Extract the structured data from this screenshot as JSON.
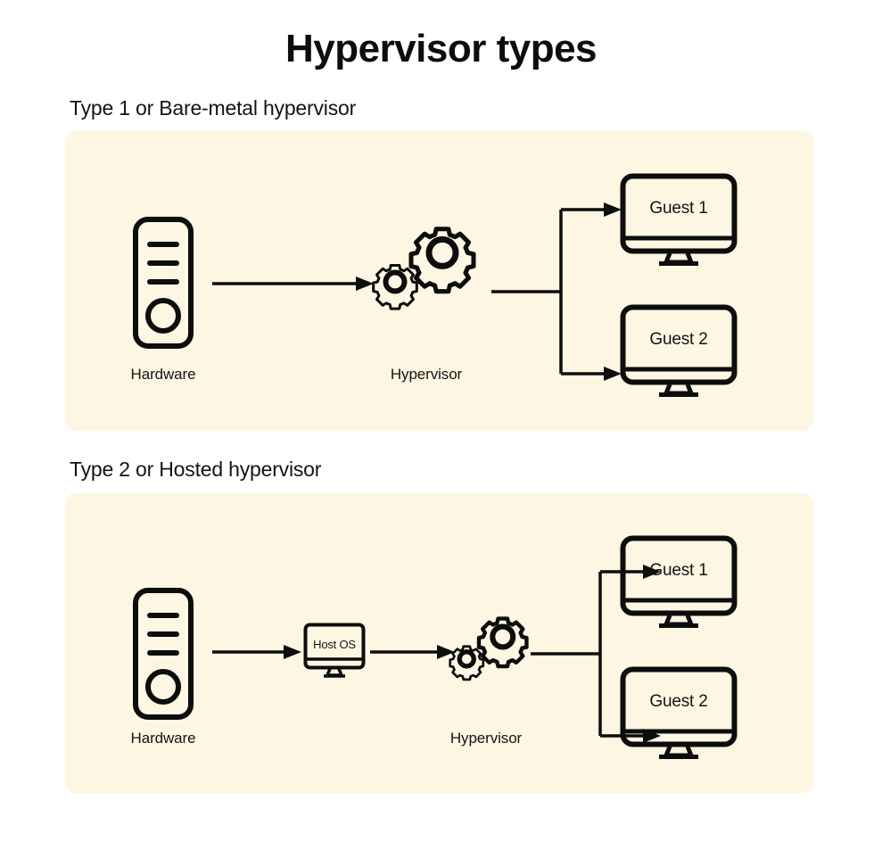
{
  "title": "Hypervisor types",
  "colors": {
    "panel_background": "#FDF6E3",
    "page_background": "#FFFFFF",
    "ink": "#0D0D0D"
  },
  "sections": [
    {
      "heading": "Type 1 or Bare-metal hypervisor",
      "nodes": {
        "hardware": {
          "caption": "Hardware",
          "icon": "server-tower-icon"
        },
        "hypervisor": {
          "caption": "Hypervisor",
          "icon": "gears-icon"
        },
        "guest1": {
          "screen_label": "Guest 1",
          "icon": "monitor-icon"
        },
        "guest2": {
          "screen_label": "Guest 2",
          "icon": "monitor-icon"
        }
      }
    },
    {
      "heading": "Type 2 or Hosted hypervisor",
      "nodes": {
        "hardware": {
          "caption": "Hardware",
          "icon": "server-tower-icon"
        },
        "host_os": {
          "screen_label": "Host OS",
          "icon": "monitor-icon"
        },
        "hypervisor": {
          "caption": "Hypervisor",
          "icon": "gears-icon"
        },
        "guest1": {
          "screen_label": "Guest 1",
          "icon": "monitor-icon"
        },
        "guest2": {
          "screen_label": "Guest 2",
          "icon": "monitor-icon"
        }
      }
    }
  ]
}
